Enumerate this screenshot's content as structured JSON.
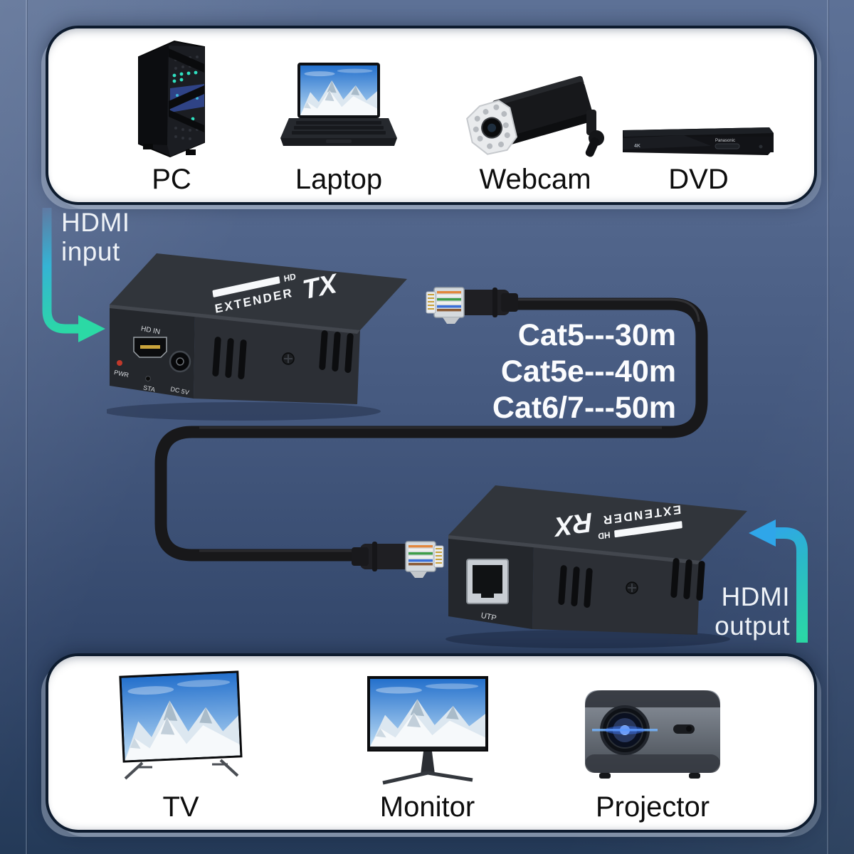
{
  "sources_panel": {
    "items": [
      {
        "label": "PC"
      },
      {
        "label": "Laptop"
      },
      {
        "label": "Webcam"
      },
      {
        "label": "DVD"
      }
    ]
  },
  "displays_panel": {
    "items": [
      {
        "label": "TV"
      },
      {
        "label": "Monitor"
      },
      {
        "label": "Projector"
      }
    ]
  },
  "hdmi_input": {
    "line1": "HDMI",
    "line2": "input"
  },
  "hdmi_output": {
    "line1": "HDMI",
    "line2": "output"
  },
  "cable_specs": {
    "lines": [
      "Cat5---30m",
      "Cat5e---40m",
      "Cat6/7---50m"
    ]
  },
  "tx_device": {
    "logo": "HD",
    "name": "EXTENDER",
    "variant": "TX",
    "hdmi_port_label": "HD IN",
    "power_led_label": "PWR",
    "status_label": "STA",
    "dc_label": "DC 5V"
  },
  "rx_device": {
    "logo": "HD",
    "name": "EXTENDER",
    "variant": "RX",
    "utp_port_label": "UTP"
  },
  "dvd_player": {
    "brand": "Panasonic",
    "badge": "4K"
  },
  "colors": {
    "arrow_green": "#2bd9a5",
    "arrow_blue": "#2fa6e9",
    "background_top": "#5d7196",
    "background_bottom": "#243a58",
    "cable": "#18181a"
  }
}
